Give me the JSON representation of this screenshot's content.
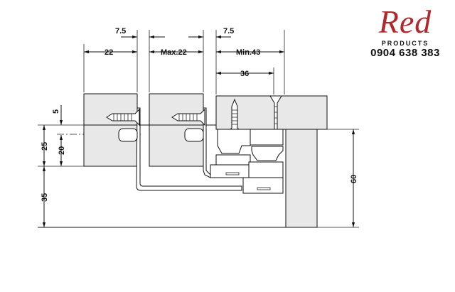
{
  "logo": {
    "brand": "Red",
    "sub": "PRODUCTS",
    "phone": "0904 638 383",
    "color": "#b0282c"
  },
  "dimensions": {
    "gap_left": "7.5",
    "width_left": "22",
    "width_mid": "Max.22",
    "gap_right": "7.5",
    "min_right": "Min.43",
    "offset": "36",
    "top_offset": "5",
    "height_25": "25",
    "height_20": "20",
    "height_35": "35",
    "height_60": "60"
  }
}
